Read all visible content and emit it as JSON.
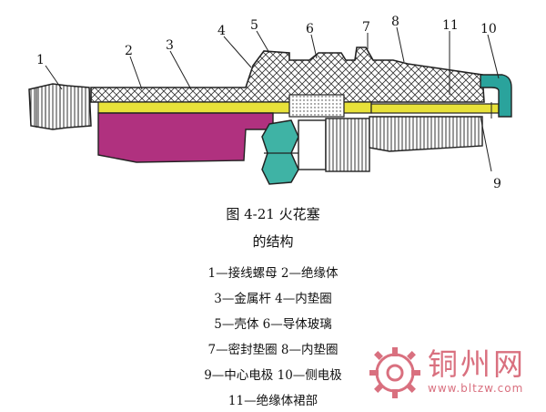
{
  "figure": {
    "caption_line1": "图 4-21   火花塞",
    "caption_line2": "的结构",
    "callouts": [
      "1",
      "2",
      "3",
      "4",
      "5",
      "6",
      "7",
      "8",
      "9",
      "10",
      "11"
    ],
    "legend": [
      "1—接线螺母   2—绝缘体",
      "3—金属杆   4—内垫圈",
      "5—壳体   6—导体玻璃",
      "7—密封垫圈   8—内垫圈",
      "9—中心电极   10—侧电极",
      "11—绝缘体裙部"
    ]
  },
  "colors": {
    "insulator": "#ffffff",
    "hatch": "#222222",
    "metal_rod": "#e8e23a",
    "terminal_pink": "#b0317f",
    "nut_teal": "#3fb3a5",
    "electrode_teal": "#2aa39c",
    "watermark": "#d9707f"
  },
  "watermark": {
    "title": "铜州网",
    "url": "www.bltzw.com",
    "logo": "gear-logo"
  }
}
